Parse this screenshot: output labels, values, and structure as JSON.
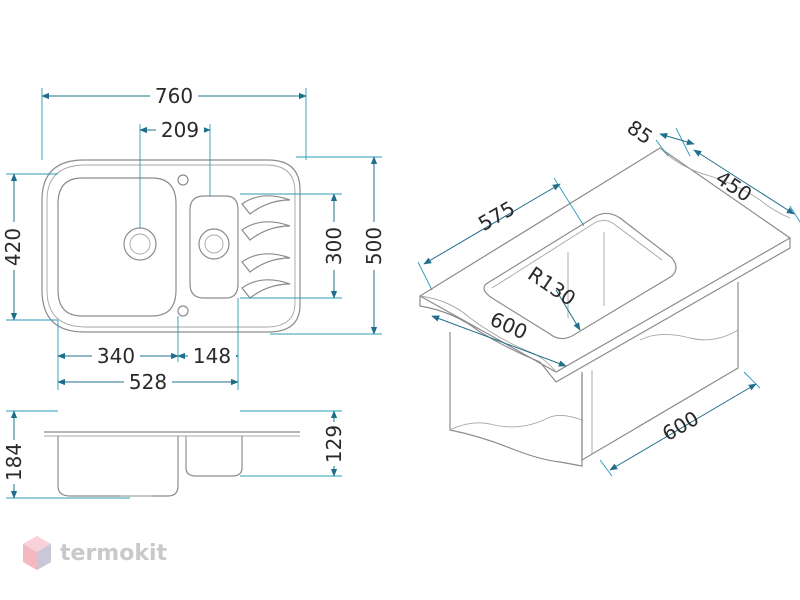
{
  "dimensions": {
    "width_total": "760",
    "bowl_center_offset": "209",
    "height_inner": "420",
    "drainer_depth": "300",
    "depth_total": "500",
    "bowl_width": "340",
    "small_bowl_width": "148",
    "bowls_span": "528",
    "sink_height": "184",
    "small_bowl_depth": "129",
    "cabinet_edge": "85",
    "cabinet_depth": "450",
    "cutout_length": "575",
    "corner_radius": "R130",
    "counter_front": "600",
    "cabinet_width": "600"
  },
  "brand": {
    "name": "termokit"
  },
  "colors": {
    "dimension_line": "#1f6f8b",
    "outline": "#8c8c8c",
    "logo": "#c9c9c9"
  }
}
